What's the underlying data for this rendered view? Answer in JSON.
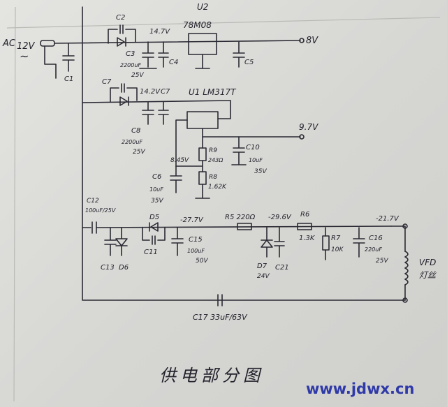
{
  "title": "供电部分图",
  "watermark": "www.jdwx.cn",
  "labels": {
    "ac": "AC",
    "ac_v": "12V",
    "ac_sym": "~",
    "c1": "C1",
    "c2": "C2",
    "c3": "C3",
    "c3_val1": "2200uF",
    "c3_val2": "25V",
    "v_14_7": "14.7V",
    "u2": "U2",
    "u2_part": "78M08",
    "c4": "C4",
    "c5": "C5",
    "out_8v": "8V",
    "c7a": "C7",
    "c7b": "C7",
    "v_14_2": "14.2V",
    "c8": "C8",
    "c8_val1": "2200uF",
    "c8_val2": "25V",
    "u1": "U1  LM317T",
    "out_9_7v": "9.7V",
    "r9": "R9",
    "r9_val": "243Ω",
    "c10": "C10",
    "c10_val1": "10uF",
    "c10_val2": "35V",
    "v_8_45": "8.45V",
    "c6": "C6",
    "c6_val1": "10uF",
    "c6_val2": "35V",
    "r8": "R8",
    "r8_val": "1.62K",
    "c12": "C12",
    "c12_val": "100uF/25V",
    "d5": "D5",
    "v_n27_7": "-27.7V",
    "r5": "R5 220Ω",
    "v_n29_6": "-29.6V",
    "r6": "R6",
    "r6_val": "1.3K",
    "v_n21_7": "-21.7V",
    "c11": "C11",
    "c13": "C13",
    "d6": "D6",
    "c15": "C15",
    "c15_val1": "100uF",
    "c15_val2": "50V",
    "d7": "D7",
    "d7_val": "24V",
    "c21": "C21",
    "r7": "R7",
    "r7_val": "10K",
    "c16": "C16",
    "c16_val1": "220uF",
    "c16_val2": "25V",
    "vfd": "VFD",
    "vfd_sub": "灯丝",
    "c17": "C17  33uF/63V"
  }
}
